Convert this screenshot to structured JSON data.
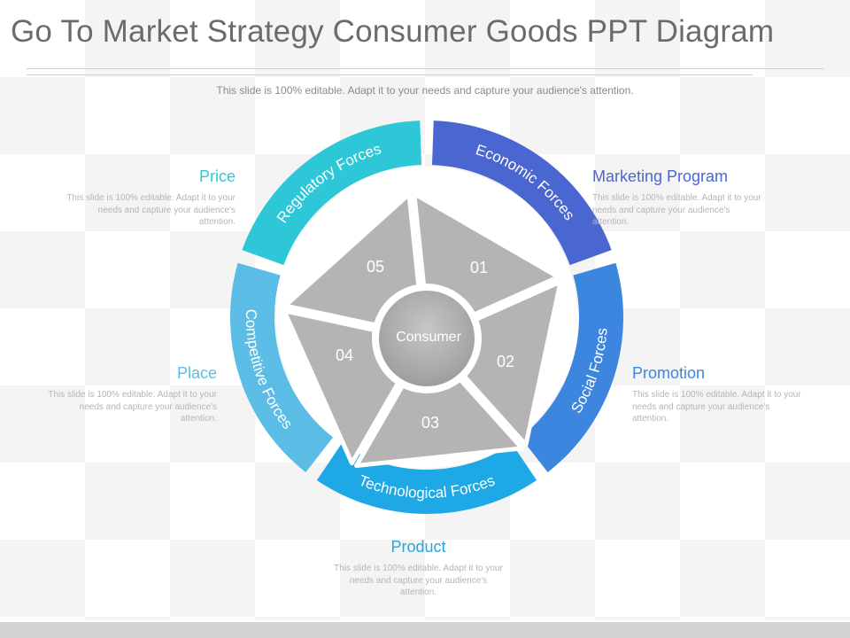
{
  "title": "Go To Market Strategy Consumer Goods PPT Diagram",
  "subtitle": "This slide is 100% editable. Adapt it to your needs and capture your audience's attention.",
  "diagram": {
    "center": "Consumer",
    "segments": [
      {
        "number": "01",
        "ring_label": "Economic Forces",
        "color": "#4a66d0"
      },
      {
        "number": "02",
        "ring_label": "Social Forces",
        "color": "#3d86e0"
      },
      {
        "number": "03",
        "ring_label": "Technological Forces",
        "color": "#1ea8e6"
      },
      {
        "number": "04",
        "ring_label": "Competitive Forces",
        "color": "#5bbde6"
      },
      {
        "number": "05",
        "ring_label": "Regulatory Forces",
        "color": "#2ec7d8"
      }
    ],
    "pentagon_color": "#b4b4b4",
    "center_color": "#a8a8a8"
  },
  "labels": {
    "marketing": {
      "heading": "Marketing Program",
      "text": "This slide is 100% editable. Adapt it to your needs and capture your audience's attention.",
      "color": "#4a66d0"
    },
    "promotion": {
      "heading": "Promotion",
      "text": "This slide is 100% editable. Adapt it to your needs and capture your audience's attention.",
      "color": "#3d86e0"
    },
    "product": {
      "heading": "Product",
      "text": "This slide is 100% editable. Adapt it to your needs and capture your audience's attention.",
      "color": "#1ea8e6"
    },
    "place": {
      "heading": "Place",
      "text": "This slide is 100% editable. Adapt it to your needs and capture your audience's attention.",
      "color": "#5bbde6"
    },
    "price": {
      "heading": "Price",
      "text": "This slide is 100% editable. Adapt it to your needs and capture your audience's attention.",
      "color": "#2ec7d8"
    }
  }
}
